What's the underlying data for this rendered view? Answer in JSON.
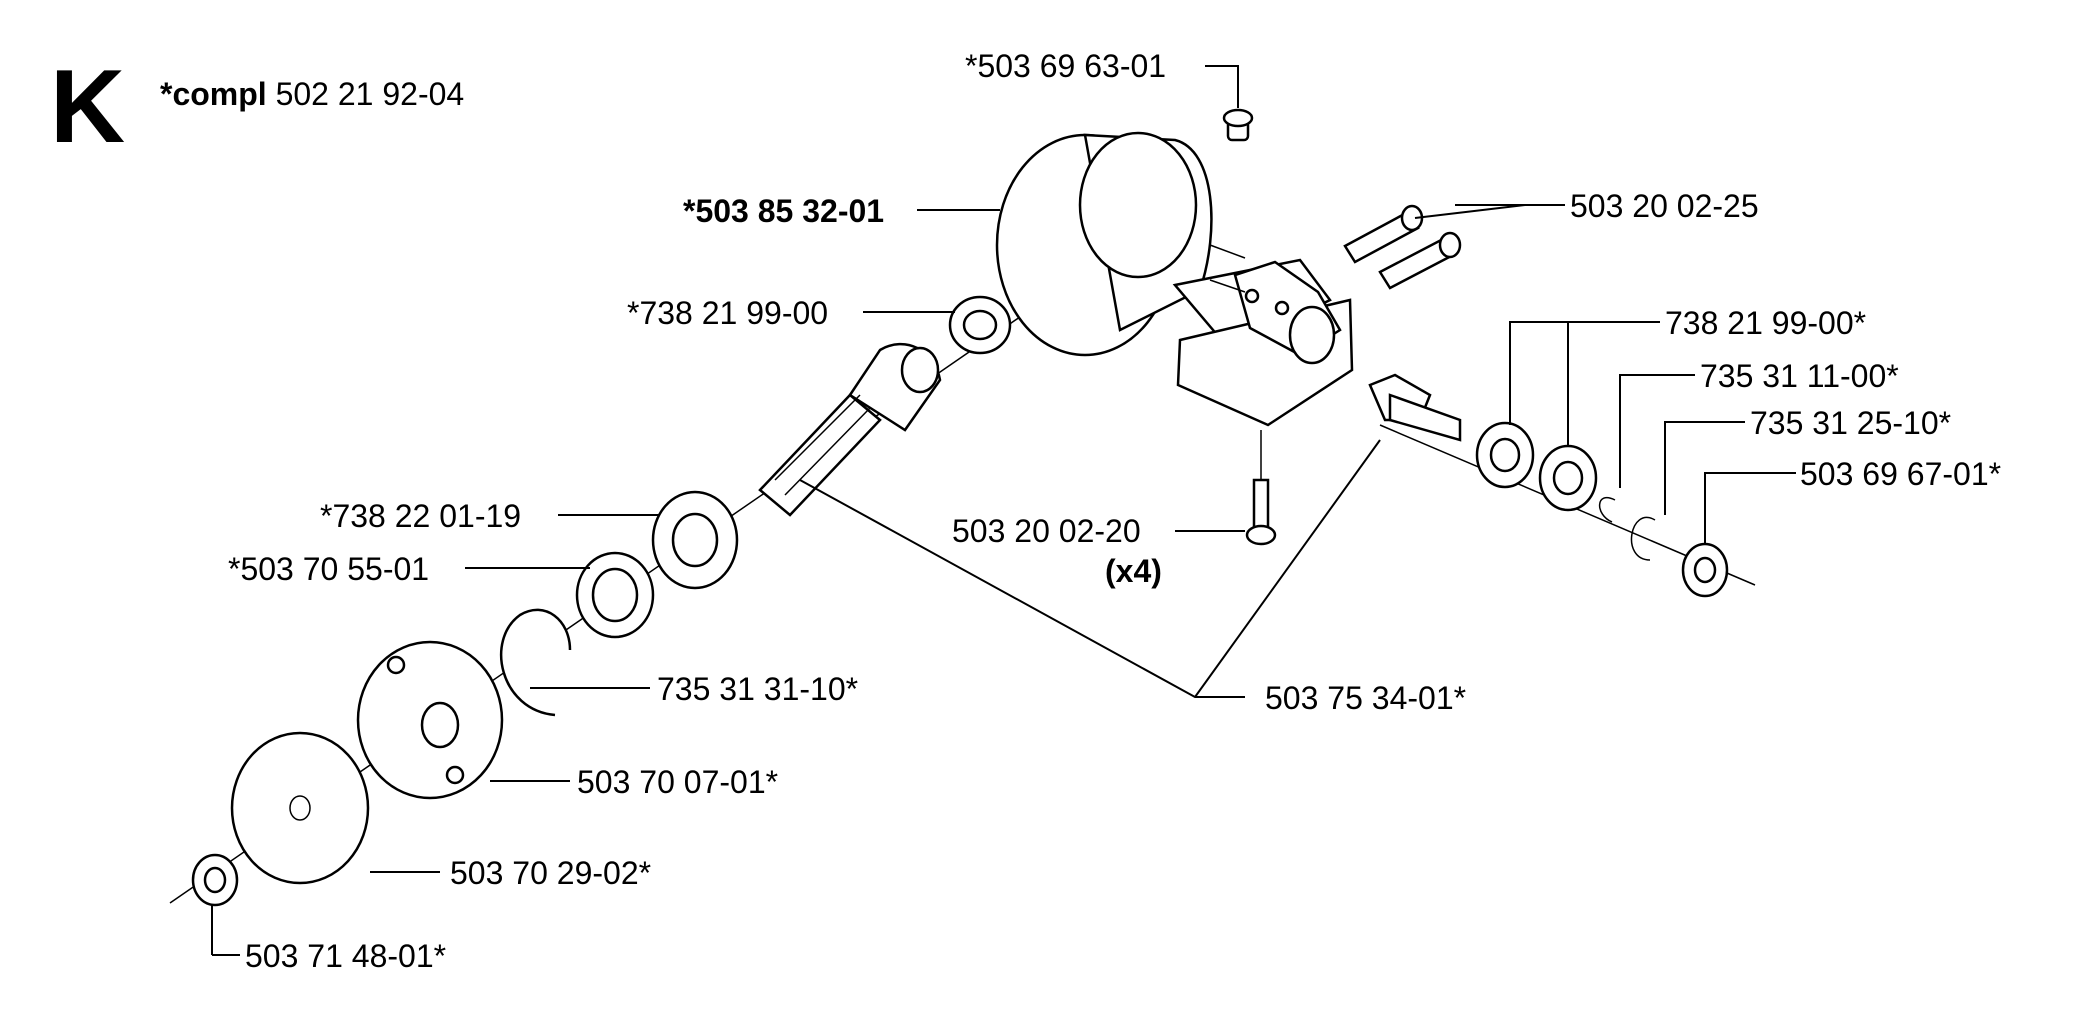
{
  "section": {
    "letter": "K",
    "compl_prefix": "*compl",
    "compl_number": "502 21 92-04"
  },
  "labels": {
    "p_503_69_63_01": "*503 69 63-01",
    "p_503_85_32_01": "*503 85 32-01",
    "p_503_20_02_25": "503 20 02-25",
    "p_738_21_99_00_left": "*738 21 99-00",
    "p_738_21_99_00_right": "738 21 99-00*",
    "p_735_31_11_00": "735 31 11-00*",
    "p_735_31_25_10": "735 31 25-10*",
    "p_503_69_67_01": "503 69 67-01*",
    "p_738_22_01_19": "*738 22 01-19",
    "p_503_20_02_20": "503 20 02-20",
    "qty_x4": "(x4)",
    "p_503_70_55_01": "*503 70 55-01",
    "p_735_31_31_10": "735 31 31-10*",
    "p_503_75_34_01": "503 75 34-01*",
    "p_503_70_07_01": "503 70 07-01*",
    "p_503_70_29_02": "503 70 29-02*",
    "p_503_71_48_01": "503 71 48-01*"
  }
}
